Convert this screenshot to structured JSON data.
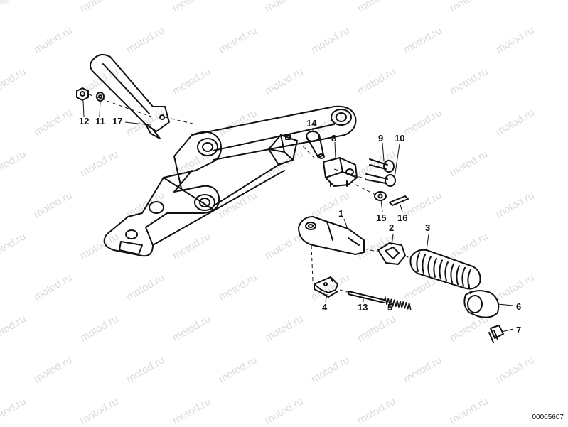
{
  "watermark": "motod.ru",
  "catalog_number": "00005607",
  "colors": {
    "line": "#111111",
    "watermark": "#bdbdbd",
    "background": "#ffffff"
  },
  "parts": [
    {
      "id": "footrest-bracket",
      "label": "1"
    },
    {
      "id": "rubber-damper",
      "label": "2"
    },
    {
      "id": "footrest-rubber",
      "label": "3"
    },
    {
      "id": "clamp",
      "label": "4"
    },
    {
      "id": "spring",
      "label": "5"
    },
    {
      "id": "end-cap",
      "label": "6"
    },
    {
      "id": "end-cap-screw",
      "label": "7"
    },
    {
      "id": "pivot-mount",
      "label": "8"
    },
    {
      "id": "bolt-upper",
      "label": "9"
    },
    {
      "id": "bolt-lower",
      "label": "10"
    },
    {
      "id": "washer-left",
      "label": "11"
    },
    {
      "id": "nut-left",
      "label": "12"
    },
    {
      "id": "pin",
      "label": "13"
    },
    {
      "id": "pivot-pin",
      "label": "14"
    },
    {
      "id": "washer-right",
      "label": "15"
    },
    {
      "id": "cotter-pin",
      "label": "16"
    },
    {
      "id": "gear-lever",
      "label": "17"
    }
  ]
}
